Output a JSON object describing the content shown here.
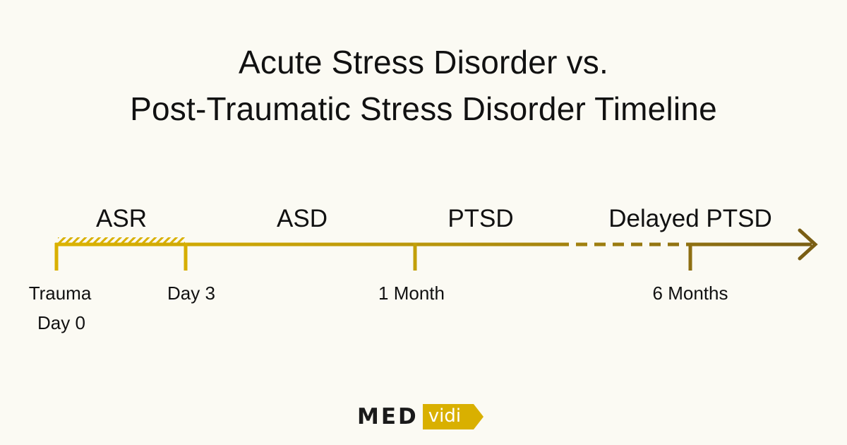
{
  "title": {
    "line1": "Acute Stress Disorder vs.",
    "line2": "Post-Traumatic Stress Disorder Timeline"
  },
  "timeline": {
    "phases": [
      {
        "id": "asr",
        "label": "ASR"
      },
      {
        "id": "asd",
        "label": "ASD"
      },
      {
        "id": "ptsd",
        "label": "PTSD"
      },
      {
        "id": "delayed-ptsd",
        "label": "Delayed PTSD"
      }
    ],
    "ticks": [
      {
        "id": "trauma",
        "line1": "Trauma",
        "line2": "Day 0"
      },
      {
        "id": "day3",
        "line1": "Day 3"
      },
      {
        "id": "month1",
        "line1": "1 Month"
      },
      {
        "id": "months6",
        "line1": "6 Months"
      }
    ],
    "colors": {
      "start": "#d9b000",
      "end": "#7a5e14"
    }
  },
  "logo": {
    "part1": "MED",
    "part2": "vidi",
    "accent": "#d9b000"
  }
}
